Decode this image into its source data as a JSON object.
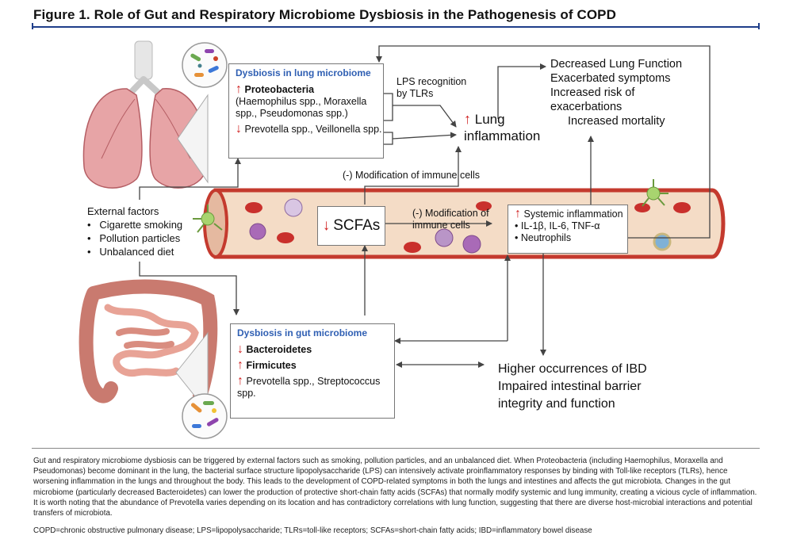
{
  "title": "Figure 1. Role of Gut and Respiratory Microbiome Dysbiosis in the Pathogenesis of COPD",
  "lung_box": {
    "heading": "Dysbiosis in lung microbiome",
    "item1_name": "Proteobacteria",
    "item1_detail": "(Haemophilus spp., Moraxella spp., Pseudomonas spp.)",
    "item2": "Prevotella spp., Veillonella spp."
  },
  "lps_label": "LPS recognition by TLRs",
  "lung_inflammation": "Lung inflammation",
  "outcomes": [
    "Decreased Lung Function",
    "Exacerbated symptoms",
    "Increased risk of exacerbations",
    "Increased mortality"
  ],
  "modification_top": "(-) Modification of immune cells",
  "external": {
    "heading": "External factors",
    "items": [
      "Cigarette smoking",
      "Pollution particles",
      "Unbalanced diet"
    ]
  },
  "scfa": "SCFAs",
  "modification_mid": "(-) Modification of immune cells",
  "systemic": {
    "heading": "Systemic inflammation",
    "items": [
      "IL-1β, IL-6, TNF-α",
      "Neutrophils"
    ]
  },
  "gut_box": {
    "heading": "Dysbiosis in gut microbiome",
    "item1": "Bacteroidetes",
    "item2": "Firmicutes",
    "item3": "Prevotella spp., Streptococcus spp."
  },
  "ibd": [
    "Higher occurrences of IBD",
    "Impaired intestinal barrier",
    "integrity and function"
  ],
  "caption": "Gut and respiratory microbiome dysbiosis can be triggered by external factors such as smoking, pollution particles, and an unbalanced diet. When Proteobacteria (including Haemophilus, Moraxella and Pseudomonas) become dominant in the lung, the bacterial surface structure lipopolysaccharide (LPS) can intensively activate proinflammatory responses by binding with Toll-like receptors (TLRs), hence worsening inflammation in the lungs and throughout the body. This leads to the development of COPD-related symptoms in both the lungs and intestines and affects the gut microbiota. Changes in the gut microbiome (particularly decreased Bacteroidetes) can lower the production of protective short-chain fatty acids (SCFAs) that normally modify systemic and lung immunity, creating a vicious cycle of inflammation. It is worth noting that the abundance of Prevotella varies depending on its location and has contradictory correlations with lung function, suggesting that there are diverse host-microbial interactions and potential transfers of microbiota.",
  "abbreviations": "COPD=chronic obstructive pulmonary disease; LPS=lipopolysaccharide; TLRs=toll-like receptors; SCFAs=short-chain fatty acids; IBD=inflammatory bowel disease",
  "colors": {
    "accent_blue": "#2f5fb3",
    "arrow_red": "#d01f1f",
    "rule_navy": "#1f3e8a",
    "vessel_red": "#c43a2e"
  }
}
